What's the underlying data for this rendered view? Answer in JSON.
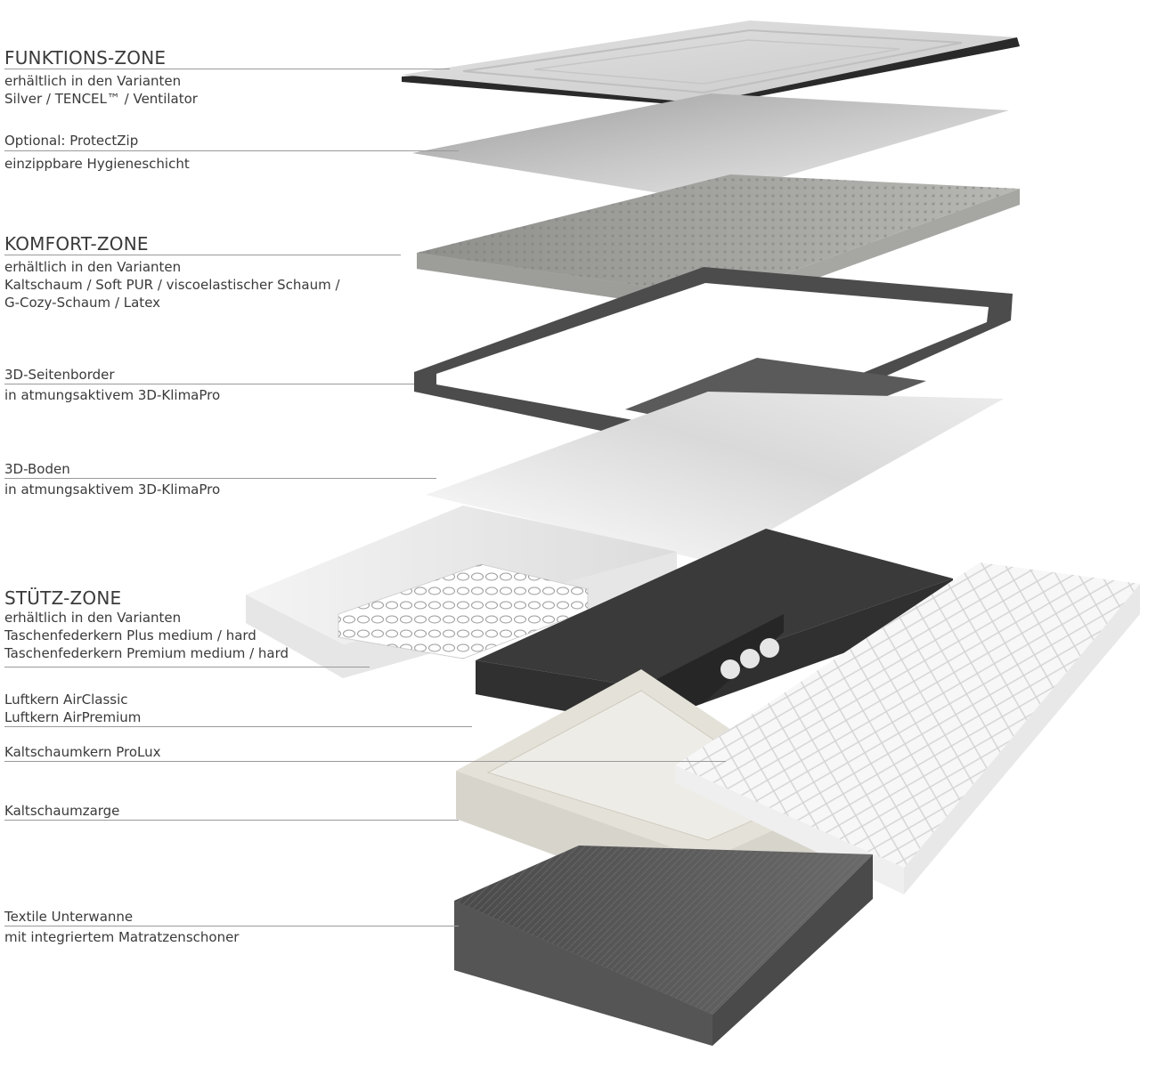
{
  "labels": {
    "funktion": {
      "heading": "FUNKTIONS-ZONE",
      "lines": [
        "erhältlich in den Varianten",
        "Silver / TENCEL™ / Ventilator"
      ]
    },
    "protectzip": {
      "lines": [
        "Optional: ProtectZip",
        "einzippbare Hygieneschicht"
      ]
    },
    "komfort": {
      "heading": "KOMFORT-ZONE",
      "lines": [
        "erhältlich in den Varianten",
        "Kaltschaum / Soft PUR / viscoelastischer Schaum /",
        "G-Cozy-Schaum / Latex"
      ]
    },
    "seitenborder": {
      "lines": [
        "3D-Seitenborder",
        "in atmungsaktivem 3D-KlimaPro"
      ]
    },
    "boden": {
      "lines": [
        "3D-Boden",
        "in atmungsaktivem 3D-KlimaPro"
      ]
    },
    "stuetz": {
      "heading": "STÜTZ-ZONE",
      "lines": [
        "erhältlich in den Varianten",
        "Taschenfederkern Plus medium / hard",
        "Taschenfederkern Premium medium / hard"
      ]
    },
    "luftkern": {
      "lines": [
        "Luftkern AirClassic",
        "Luftkern AirPremium"
      ]
    },
    "kaltschaumkern": {
      "lines": [
        "Kaltschaumkern ProLux"
      ]
    },
    "zarge": {
      "lines": [
        "Kaltschaumzarge"
      ]
    },
    "unterwanne": {
      "lines": [
        "Textile Unterwanne",
        "mit integriertem Matratzenschoner"
      ]
    }
  },
  "colors": {
    "leader": "#9a9a9a",
    "text": "#3a3a3a"
  }
}
